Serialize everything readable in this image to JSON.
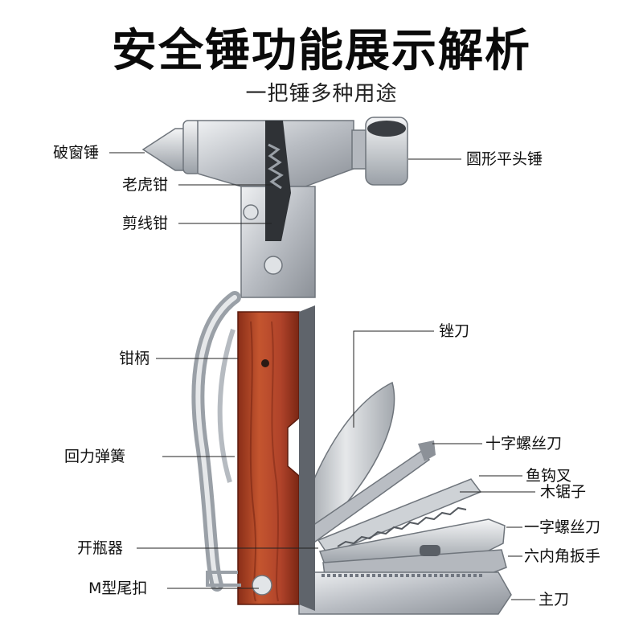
{
  "title": "安全锤功能展示解析",
  "subtitle": "一把锤多种用途",
  "colors": {
    "wood": "#b5452a",
    "wood_dark": "#7a2614",
    "steel": "#c9ccd1",
    "steel_dark": "#7e848c",
    "leader_line": "#222222"
  },
  "labels_left": [
    "破窗锤",
    "老虎钳",
    "剪线钳",
    "钳柄",
    "回力弹簧",
    "开瓶器",
    "M型尾扣"
  ],
  "labels_right": [
    "圆形平头锤",
    "锉刀",
    "十字螺丝刀",
    "鱼钩叉",
    "木锯子",
    "一字螺丝刀",
    "六内角扳手",
    "主刀"
  ]
}
